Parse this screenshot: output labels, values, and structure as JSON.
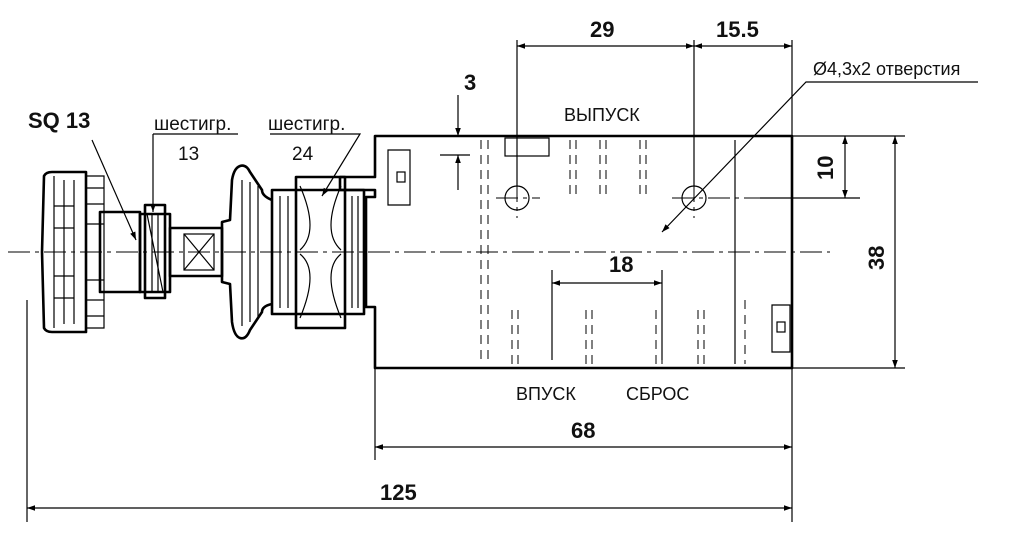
{
  "labels": {
    "sq13": "SQ 13",
    "hex13_word": "шестигр.",
    "hex13_size": "13",
    "hex24_word": "шестигр.",
    "hex24_size": "24",
    "exhaust": "ВЫПУСК",
    "inlet": "ВПУСК",
    "reset": "СБРОС",
    "holes": "Ø4,3x2 отверстия"
  },
  "dimensions": {
    "d29": "29",
    "d15_5": "15.5",
    "d3": "3",
    "d10": "10",
    "d38": "38",
    "d18": "18",
    "d68": "68",
    "d125": "125"
  }
}
